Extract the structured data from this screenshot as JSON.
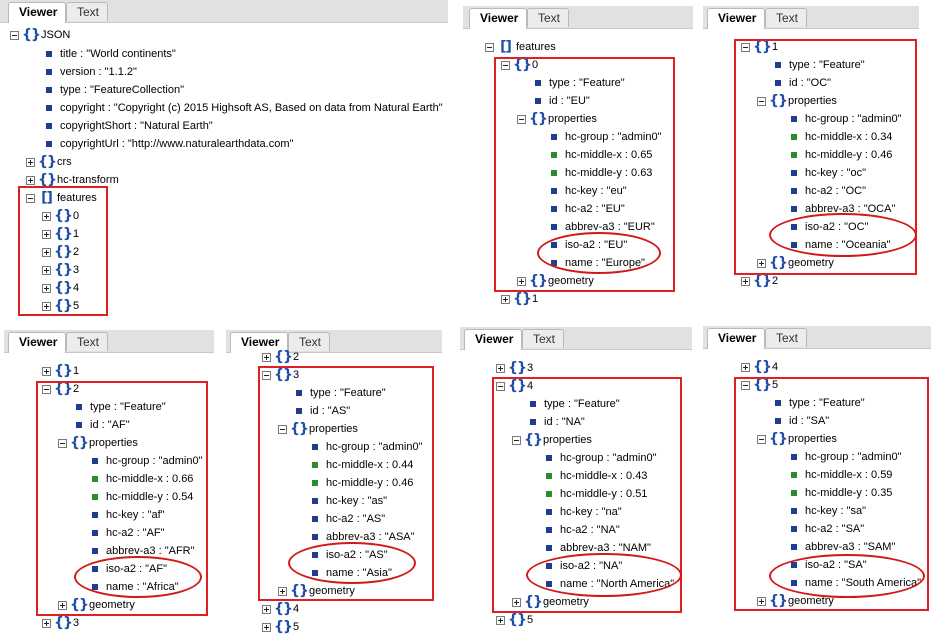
{
  "tabs": {
    "viewer": "Viewer",
    "text": "Text"
  },
  "panel_a": {
    "root": "JSON",
    "props": [
      "title : \"World continents\"",
      "version : \"1.1.2\"",
      "type : \"FeatureCollection\"",
      "copyright : \"Copyright (c) 2015 Highsoft AS, Based on data from Natural Earth\"",
      "copyrightShort : \"Natural Earth\"",
      "copyrightUrl : \"http://www.naturalearthdata.com\""
    ],
    "crs": "crs",
    "hc_transform": "hc-transform",
    "features": "features",
    "items": [
      "0",
      "1",
      "2",
      "3",
      "4",
      "5"
    ]
  },
  "panel_b": {
    "features": "features",
    "index": "0",
    "type": "type : \"Feature\"",
    "id": "id : \"EU\"",
    "properties": "properties",
    "props": [
      "hc-group : \"admin0\"",
      "hc-middle-x : 0.65",
      "hc-middle-y : 0.63",
      "hc-key : \"eu\"",
      "hc-a2 : \"EU\"",
      "abbrev-a3 : \"EUR\"",
      "iso-a2 : \"EU\"",
      "name : \"Europe\""
    ],
    "geometry": "geometry",
    "next": "1"
  },
  "panel_c": {
    "index": "1",
    "type": "type : \"Feature\"",
    "id": "id : \"OC\"",
    "properties": "properties",
    "props": [
      "hc-group : \"admin0\"",
      "hc-middle-x : 0.34",
      "hc-middle-y : 0.46",
      "hc-key : \"oc\"",
      "hc-a2 : \"OC\"",
      "abbrev-a3 : \"OCA\"",
      "iso-a2 : \"OC\"",
      "name : \"Oceania\""
    ],
    "geometry": "geometry",
    "next": "2"
  },
  "panel_d": {
    "prev": "1",
    "index": "2",
    "type": "type : \"Feature\"",
    "id": "id : \"AF\"",
    "properties": "properties",
    "props": [
      "hc-group : \"admin0\"",
      "hc-middle-x : 0.66",
      "hc-middle-y : 0.54",
      "hc-key : \"af\"",
      "hc-a2 : \"AF\"",
      "abbrev-a3 : \"AFR\"",
      "iso-a2 : \"AF\"",
      "name : \"Africa\""
    ],
    "geometry": "geometry",
    "next": "3"
  },
  "panel_e": {
    "prev": "2",
    "index": "3",
    "type": "type : \"Feature\"",
    "id": "id : \"AS\"",
    "properties": "properties",
    "props": [
      "hc-group : \"admin0\"",
      "hc-middle-x : 0.44",
      "hc-middle-y : 0.46",
      "hc-key : \"as\"",
      "hc-a2 : \"AS\"",
      "abbrev-a3 : \"ASA\"",
      "iso-a2 : \"AS\"",
      "name : \"Asia\""
    ],
    "geometry": "geometry",
    "next": [
      "4",
      "5"
    ]
  },
  "panel_f": {
    "prev": "3",
    "index": "4",
    "type": "type : \"Feature\"",
    "id": "id : \"NA\"",
    "properties": "properties",
    "props": [
      "hc-group : \"admin0\"",
      "hc-middle-x : 0.43",
      "hc-middle-y : 0.51",
      "hc-key : \"na\"",
      "hc-a2 : \"NA\"",
      "abbrev-a3 : \"NAM\"",
      "iso-a2 : \"NA\"",
      "name : \"North America\""
    ],
    "geometry": "geometry",
    "next": "5"
  },
  "panel_g": {
    "prev": "4",
    "index": "5",
    "type": "type : \"Feature\"",
    "id": "id : \"SA\"",
    "properties": "properties",
    "props": [
      "hc-group : \"admin0\"",
      "hc-middle-x : 0.59",
      "hc-middle-y : 0.35",
      "hc-key : \"sa\"",
      "hc-a2 : \"SA\"",
      "abbrev-a3 : \"SAM\"",
      "iso-a2 : \"SA\"",
      "name : \"South America\""
    ],
    "geometry": "geometry"
  },
  "icons": {
    "object": "object-brace-icon",
    "array": "array-bracket-icon",
    "string_value": "string-property-icon",
    "number_value": "number-property-icon",
    "expand": "expand-toggle-icon"
  },
  "colors": {
    "highlight": "#e02020",
    "object_icon": "#1f4fa8",
    "string_bullet": "#1f3e92",
    "number_bullet": "#2e8b2e"
  }
}
